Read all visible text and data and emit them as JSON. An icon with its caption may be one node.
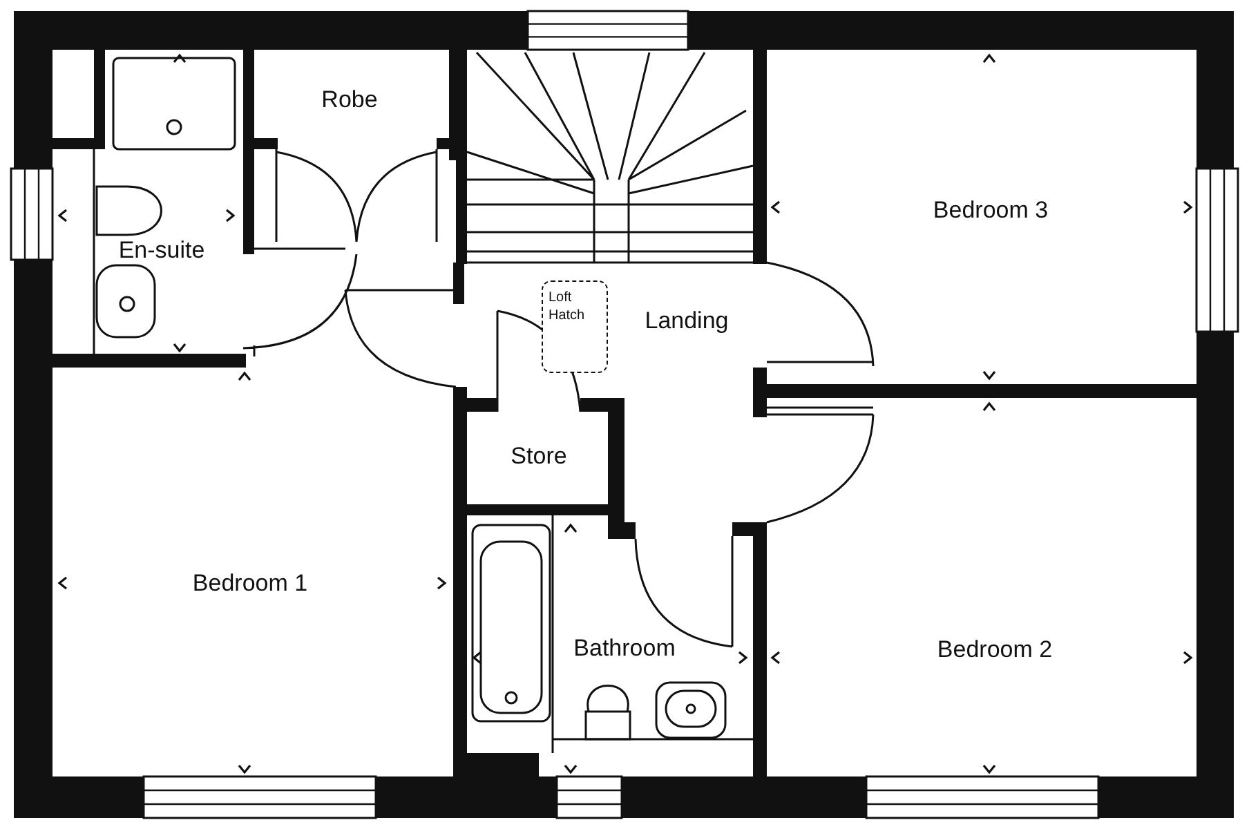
{
  "diagram": {
    "nodes": [
      {
        "text": [
          "Robe"
        ]
      },
      {
        "text": [
          "Bedroom 3"
        ]
      },
      {
        "text": [
          "En-suite"
        ]
      },
      {
        "text": [
          "Loft Hatch"
        ]
      },
      {
        "text": [
          "Landing"
        ]
      },
      {
        "text": [
          "Store"
        ]
      },
      {
        "text": [
          "Bedroom 1"
        ]
      },
      {
        "text": [
          "Bathroom"
        ]
      },
      {
        "text": [
          "Bedroom 2"
        ]
      }
    ],
    "edges": []
  }
}
